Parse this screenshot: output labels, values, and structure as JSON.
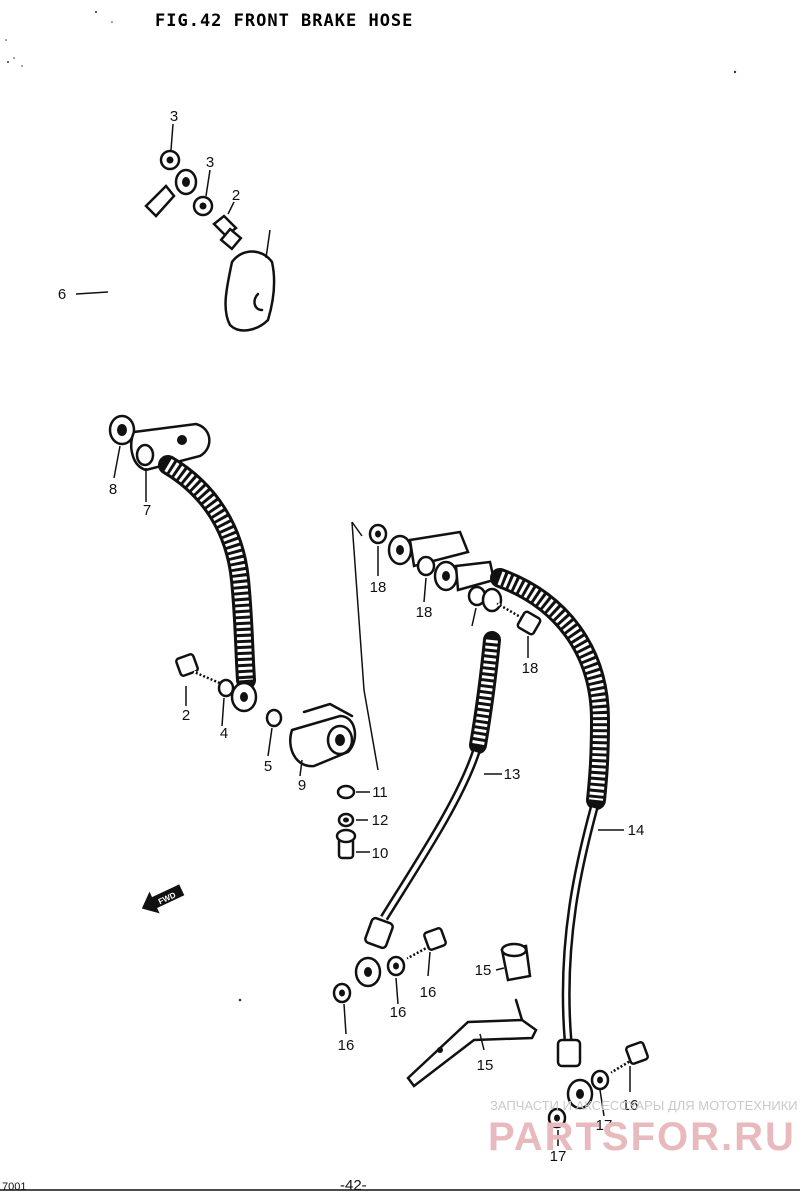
{
  "figure": {
    "title": "FIG.42  FRONT BRAKE HOSE",
    "page_number": "-42-",
    "page_margin_code": "7001"
  },
  "parts": [
    {
      "id": "1",
      "label": "1"
    },
    {
      "id": "2a",
      "label": "2"
    },
    {
      "id": "2b",
      "label": "2"
    },
    {
      "id": "3a",
      "label": "3"
    },
    {
      "id": "3b",
      "label": "3"
    },
    {
      "id": "3c",
      "label": "3"
    },
    {
      "id": "3d",
      "label": "3"
    },
    {
      "id": "4",
      "label": "4"
    },
    {
      "id": "5",
      "label": "5"
    },
    {
      "id": "6",
      "label": "6"
    },
    {
      "id": "7",
      "label": "7"
    },
    {
      "id": "8",
      "label": "8"
    },
    {
      "id": "9",
      "label": "9"
    },
    {
      "id": "10",
      "label": "10"
    },
    {
      "id": "11",
      "label": "11"
    },
    {
      "id": "12",
      "label": "12"
    },
    {
      "id": "13",
      "label": "13"
    },
    {
      "id": "14",
      "label": "14"
    },
    {
      "id": "15a",
      "label": "15"
    },
    {
      "id": "15b",
      "label": "15"
    },
    {
      "id": "16a",
      "label": "16"
    },
    {
      "id": "16b",
      "label": "16"
    },
    {
      "id": "16c",
      "label": "16"
    },
    {
      "id": "16d",
      "label": "16"
    },
    {
      "id": "17",
      "label": "17"
    },
    {
      "id": "18a",
      "label": "18"
    },
    {
      "id": "18b",
      "label": "18"
    },
    {
      "id": "18c",
      "label": "18"
    }
  ],
  "direction_arrow": {
    "label": "FWD",
    "icon": "forward-arrow-icon"
  },
  "watermark": {
    "top_text": "ЗАПЧАСТИ И АКСЕССУАРЫ ДЛЯ МОТОТЕХНИКИ",
    "logo_text": "PARTSFOR.RU",
    "color": "#e8b9bd"
  }
}
